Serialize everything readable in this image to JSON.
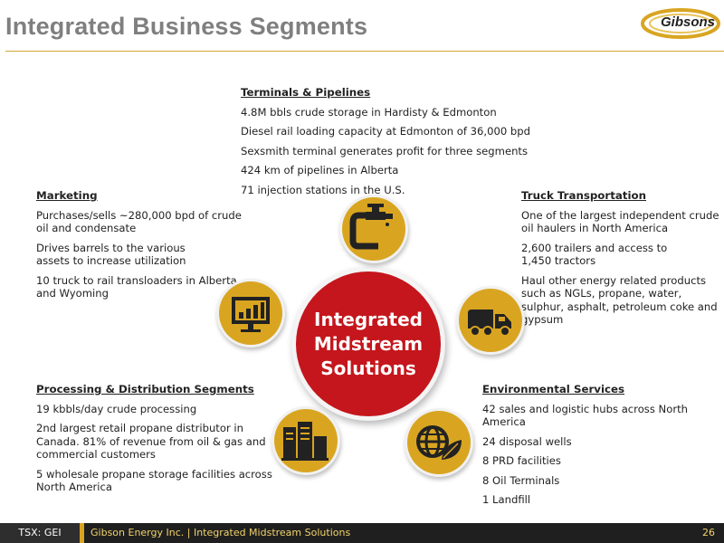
{
  "title": "Integrated Business Segments",
  "logo_text": "Gibsons",
  "center_label": "Integrated\nMidstream\nSolutions",
  "terminals": {
    "header": "Terminals & Pipelines",
    "lines": [
      "4.8M bbls crude storage in Hardisty & Edmonton",
      "Diesel rail loading capacity at Edmonton of 36,000 bpd",
      "Sexsmith terminal generates profit for three segments",
      "424 km of pipelines in Alberta",
      "71 injection stations in the U.S."
    ]
  },
  "marketing": {
    "header": "Marketing",
    "lines": [
      "Purchases/sells ~280,000 bpd of crude oil and condensate",
      "Drives barrels to the various assets to increase utilization",
      "10 truck to rail transloaders in Alberta and Wyoming"
    ]
  },
  "truck": {
    "header": "Truck Transportation",
    "lines": [
      "One of the largest independent crude oil haulers in North America",
      "2,600 trailers and access to 1,450 tractors",
      "Haul other energy related products such as NGLs, propane, water, sulphur, asphalt, petroleum coke and gypsum"
    ]
  },
  "processing": {
    "header": "Processing & Distribution Segments",
    "lines": [
      "19 kbbls/day crude processing",
      "2nd largest retail propane distributor in Canada.  81% of revenue from oil & gas and commercial customers",
      "5 wholesale propane storage facilities across North America"
    ]
  },
  "environmental": {
    "header": "Environmental Services",
    "lines": [
      "42 sales and logistic hubs across North America",
      "24 disposal wells",
      "8 PRD facilities",
      "8 Oil Terminals",
      "1 Landfill"
    ]
  },
  "icons": {
    "pipeline": "pipeline-faucet-icon",
    "chart": "bar-chart-monitor-icon",
    "truck": "tanker-truck-icon",
    "tanks": "storage-tanks-icon",
    "globe": "globe-leaf-icon"
  },
  "colors": {
    "accent_gold": "#d9a521",
    "center_red": "#c4161c",
    "title_gray": "#7f7f7f",
    "footer_gold": "#f2d36b"
  },
  "footer": {
    "ticker": "TSX: GEI",
    "text": "Gibson Energy Inc.   |   Integrated Midstream Solutions",
    "page": "26"
  }
}
